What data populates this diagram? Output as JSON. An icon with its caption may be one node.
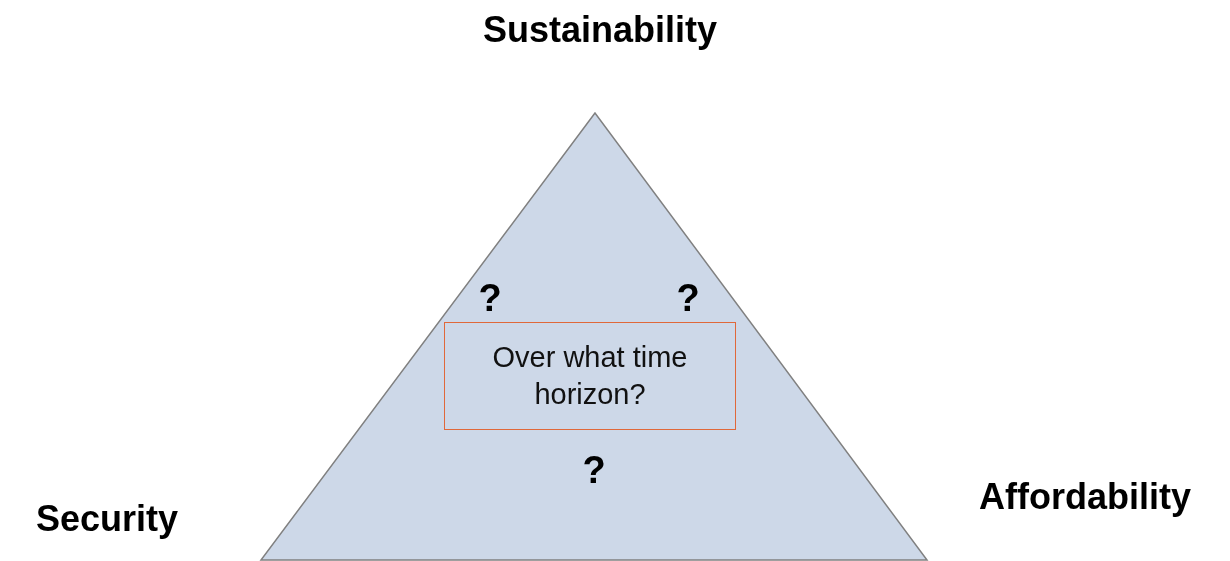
{
  "diagram": {
    "nodes": [
      {
        "text": [
          "?",
          "?",
          "?"
        ],
        "beside": [
          "Sustainability",
          "Security",
          "Affordability"
        ]
      },
      {
        "text": [
          "Over what time horizon?"
        ],
        "in": 0
      }
    ]
  }
}
